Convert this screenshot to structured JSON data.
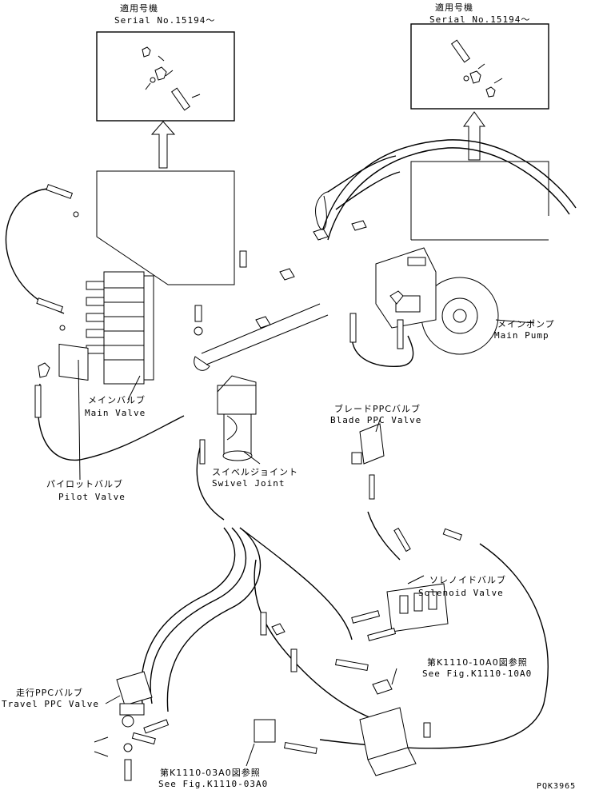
{
  "inset_left": {
    "title_jp": "適用号機",
    "serial": "Serial No.15194〜"
  },
  "inset_right": {
    "title_jp": "適用号機",
    "serial": "Serial No.15194〜"
  },
  "labels": {
    "main_pump_jp": "メインポンプ",
    "main_pump_en": "Main Pump",
    "main_valve_jp": "メインバルブ",
    "main_valve_en": "Main Valve",
    "pilot_valve_jp": "パイロットバルブ",
    "pilot_valve_en": "Pilot Valve",
    "swivel_joint_jp": "スイベルジョイント",
    "swivel_joint_en": "Swivel Joint",
    "blade_ppc_jp": "ブレードPPCバルブ",
    "blade_ppc_en": "Blade PPC Valve",
    "solenoid_jp": "ソレノイドバルブ",
    "solenoid_en": "Solenoid Valve",
    "ref_10a0_jp": "第K1110-10A0図参照",
    "ref_10a0_en": "See Fig.K1110-10A0",
    "travel_ppc_jp": "走行PPCバルブ",
    "travel_ppc_en": "Travel PPC Valve",
    "ref_03a0_jp": "第K1110-03A0図参照",
    "ref_03a0_en": "See Fig.K1110-03A0",
    "drawing_code": "PQK3965"
  }
}
